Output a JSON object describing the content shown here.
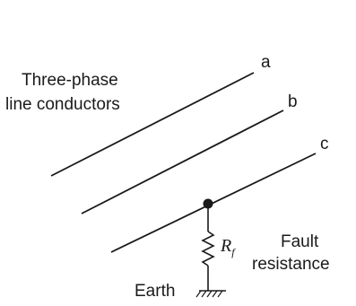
{
  "diagram": {
    "title_line1": "Three-phase",
    "title_line2": "line conductors",
    "phases": [
      "a",
      "b",
      "c"
    ],
    "fault_label_line1": "Fault",
    "fault_label_line2": "resistance",
    "resistor_symbol": "R",
    "resistor_subscript": "f",
    "earth_label": "Earth",
    "ink_color": "#1a1a1a"
  }
}
